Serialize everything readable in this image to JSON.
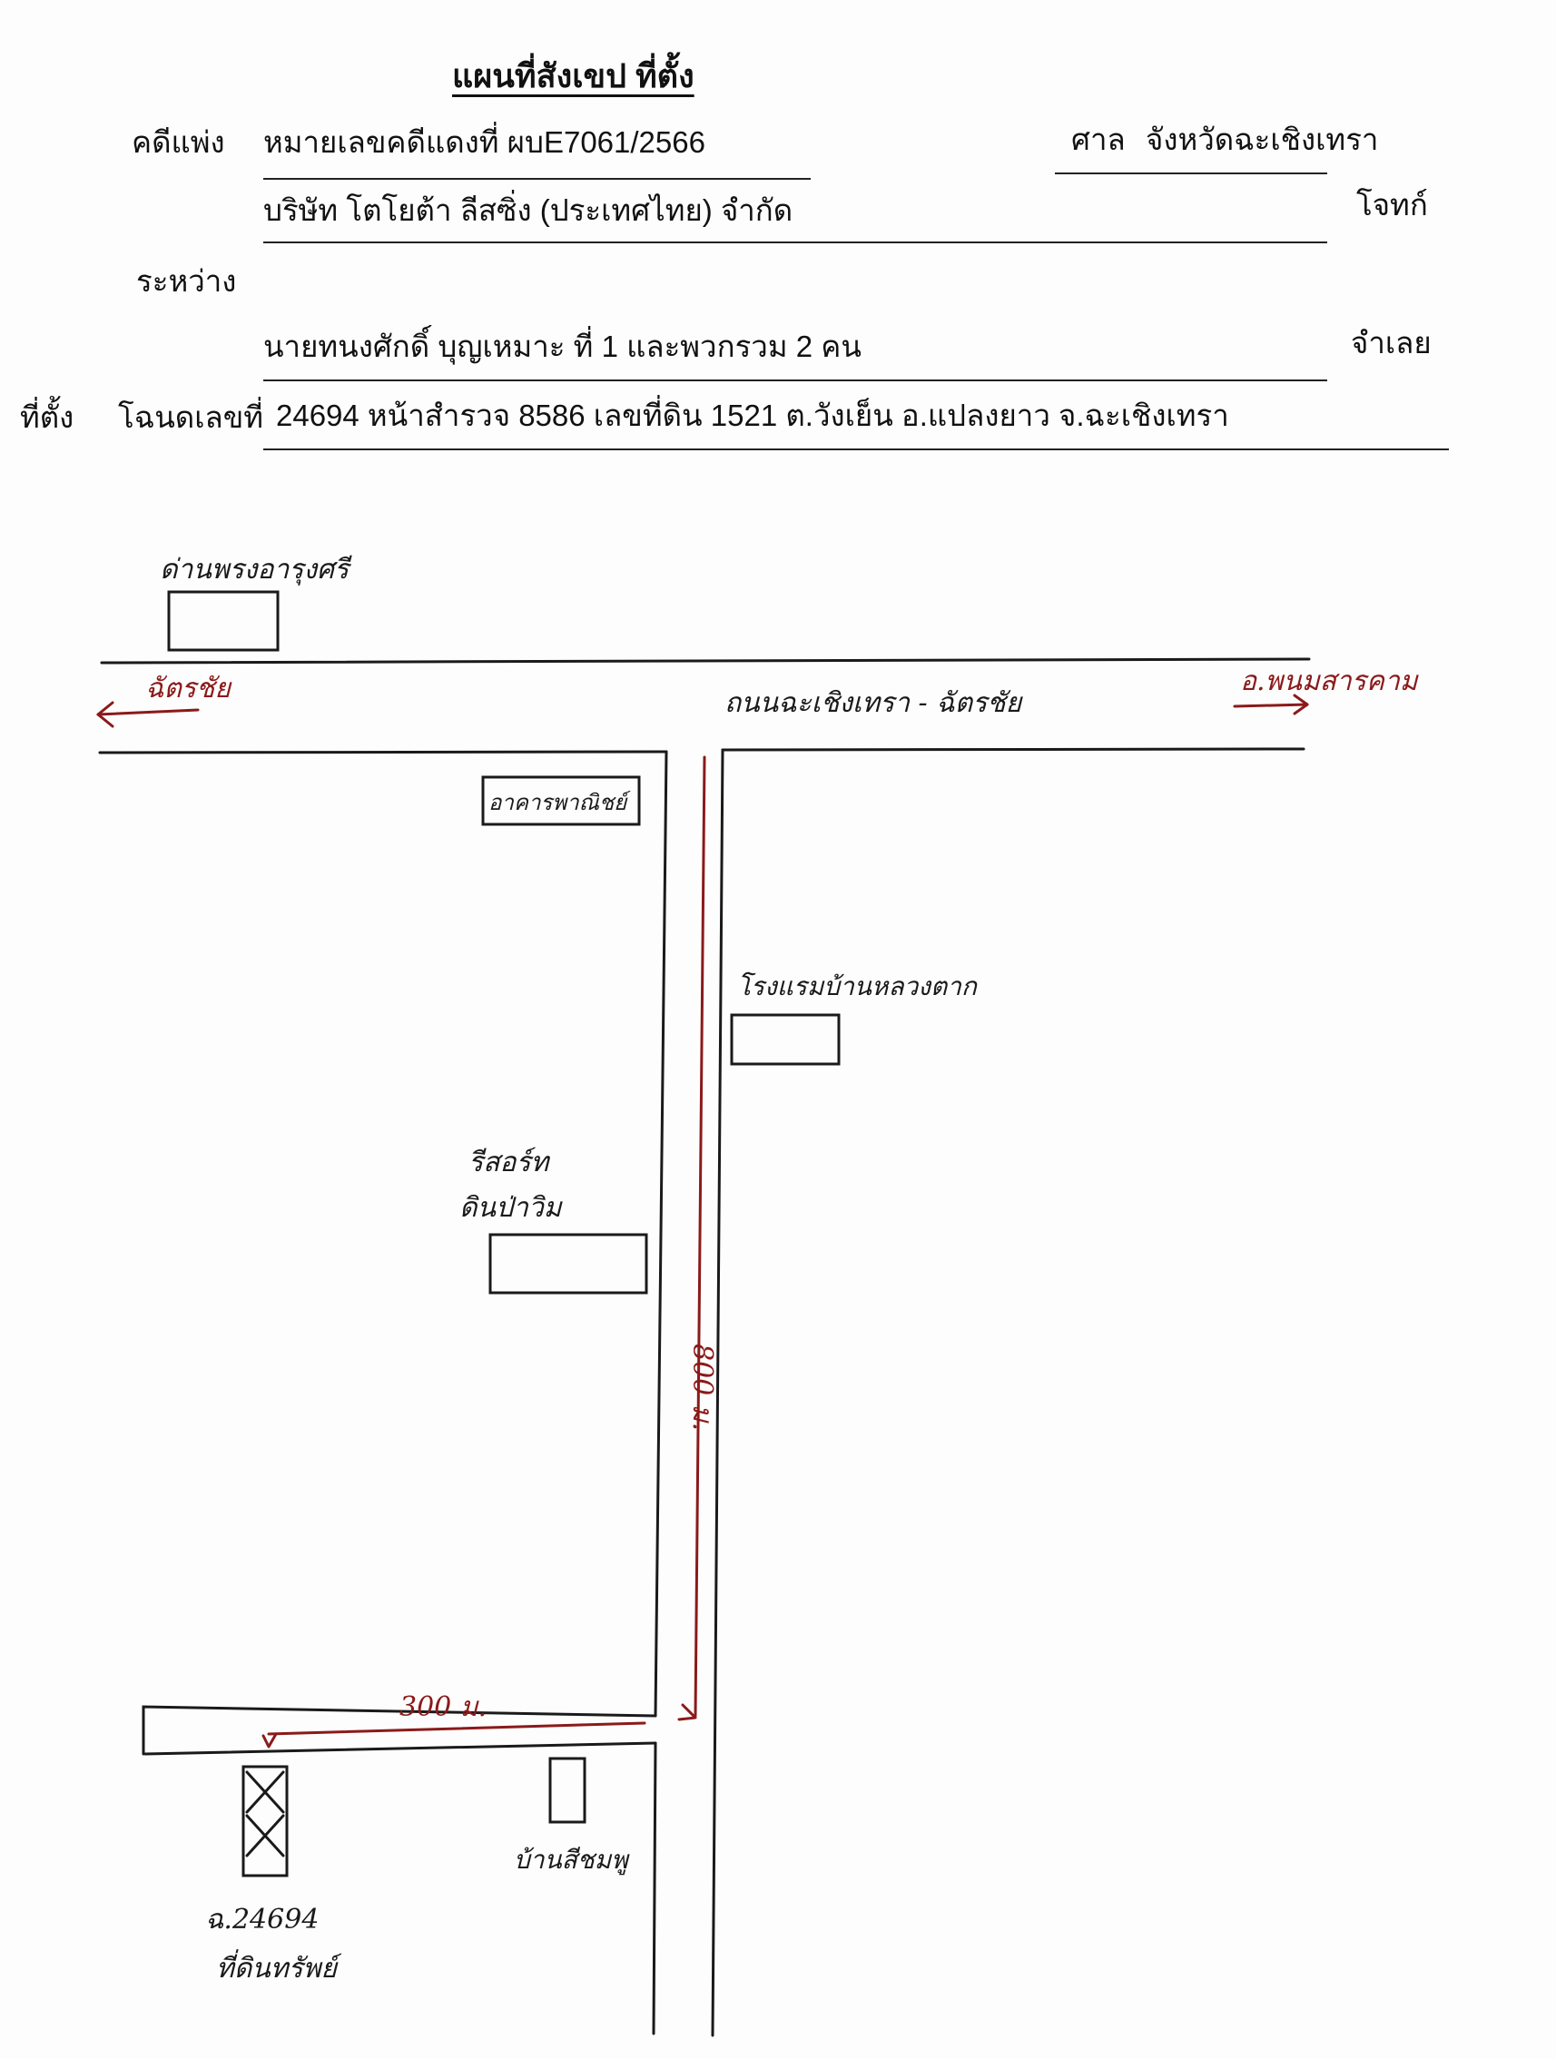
{
  "header": {
    "title": "แผนที่สังเขป  ที่ตั้ง",
    "case_label": "คดีแพ่ง",
    "case_number": "หมายเลขคดีแดงที่ ผบE7061/2566",
    "court_label": "ศาล",
    "court_name": "จังหวัดฉะเชิงเทรา",
    "plaintiff_name": "บริษัท  โตโยต้า ลีสซิ่ง (ประเทศไทย) จำกัด",
    "plaintiff_role": "โจทก์",
    "between_label": "ระหว่าง",
    "defendant_name": "นายทนงศักดิ์ บุญเหมาะ ที่ 1 และพวกรวม 2 คน",
    "defendant_role": "จำเลย",
    "location_label": "ที่ตั้ง",
    "deed_label": "โฉนดเลขที่",
    "deed_detail": "24694 หน้าสำรวจ 8586 เลขที่ดิน 1521 ต.วังเย็น อ.แปลงยาว จ.ฉะเชิงเทรา"
  },
  "map": {
    "checkpoint_label": "ด่านพรงอารุงศรี",
    "left_direction": "ฉัตรชัย",
    "main_road": "ถนนฉะเชิงเทรา - ฉัตรชัย",
    "right_direction": "อ.พนมสารคาม",
    "commercial_building": "อาคารพาณิชย์",
    "hotel": "โรงแรมบ้านหลวงตาก",
    "resort_line1": "รีสอร์ท",
    "resort_line2": "ดินป่าวิม",
    "distance_vertical": "800 ม.",
    "distance_horizontal": "300 ม.",
    "house": "บ้านสีชมพู",
    "deed_marker": "ฉ.24694",
    "land_label": "ที่ดินทรัพย์",
    "ink_colors": {
      "pen": "#1a1a1a",
      "route": "#8b1a1a"
    }
  }
}
